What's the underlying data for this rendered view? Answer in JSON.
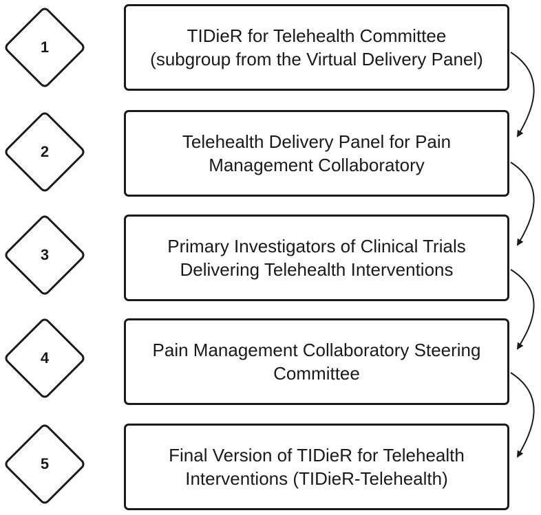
{
  "steps": [
    {
      "number": "1",
      "line1": "TIDieR for Telehealth Committee",
      "line2": "(subgroup from the Virtual Delivery Panel)"
    },
    {
      "number": "2",
      "line1": "Telehealth Delivery Panel for Pain",
      "line2": "Management Collaboratory"
    },
    {
      "number": "3",
      "line1": "Primary Investigators of Clinical Trials",
      "line2": "Delivering Telehealth Interventions"
    },
    {
      "number": "4",
      "line1": "Pain Management Collaboratory Steering",
      "line2": "Committee"
    },
    {
      "number": "5",
      "line1": "Final Version of TIDieR for Telehealth",
      "line2": "Interventions (TIDieR-Telehealth)"
    }
  ]
}
